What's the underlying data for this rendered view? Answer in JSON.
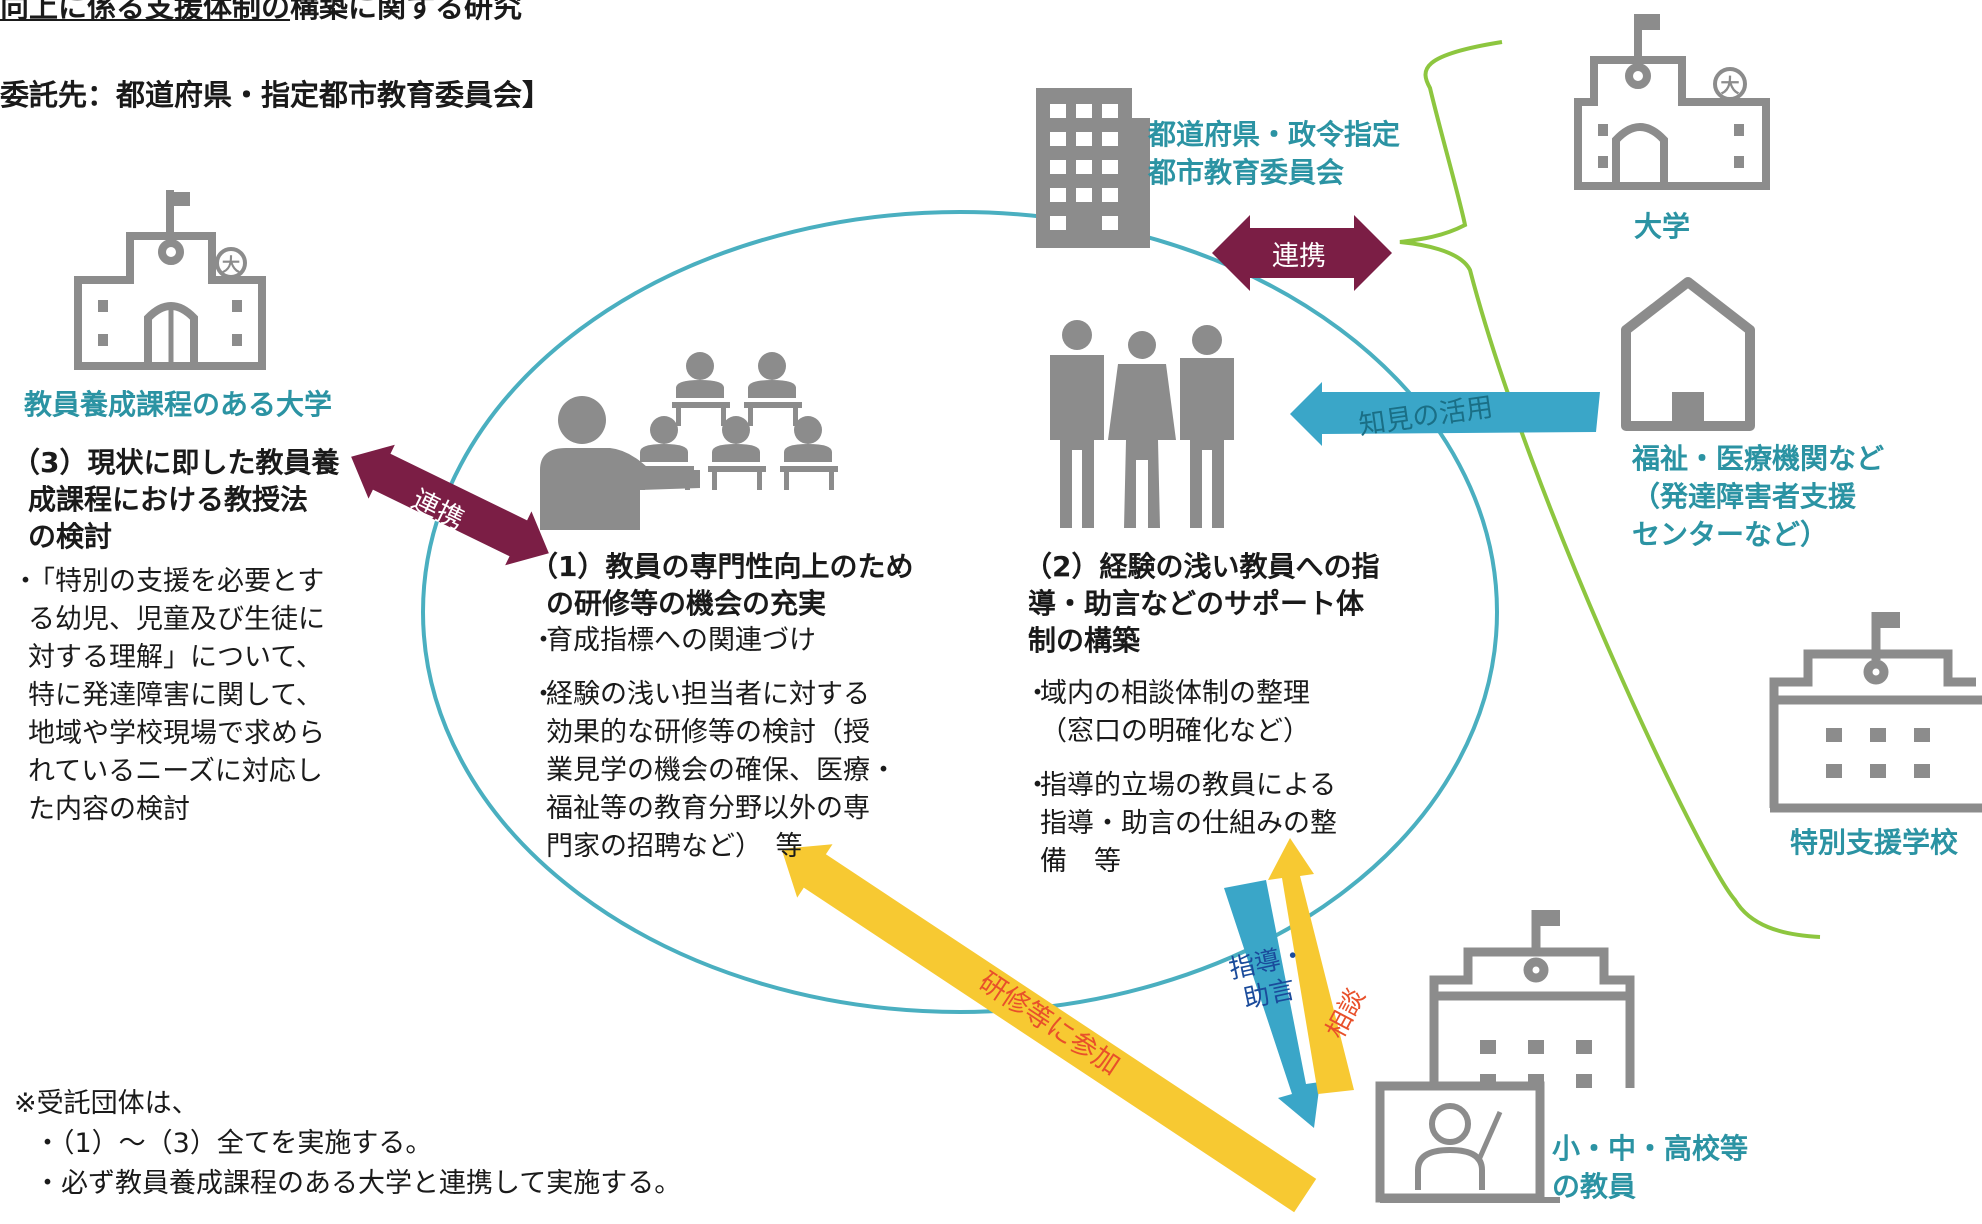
{
  "header": {
    "title_line1_underlined": "向上に係る支援体制の",
    "title_line1_rest": "構築に関する研究",
    "title_line2": "委託先：都道府県・指定都市教育委員会】"
  },
  "board": {
    "label_line1": "都道府県・政令指定",
    "label_line2": "都市教育委員会"
  },
  "university_left": {
    "label": "教員養成課程のある大学"
  },
  "section3": {
    "heading": [
      "（3）現状に即した教員養",
      "成課程における教授法",
      "の検討"
    ],
    "bullets": [
      [
        "「特別の支援を必要とす",
        "る幼児、児童及び生徒に",
        "対する理解」について、",
        "特に発達障害に関して、",
        "地域や学校現場で求めら",
        "れているニーズに対応し",
        "た内容の検討"
      ]
    ]
  },
  "section1": {
    "heading": [
      "（1）教員の専門性向上のため",
      "の研修等の機会の充実"
    ],
    "bullets": [
      [
        "育成指標への関連づけ"
      ],
      [
        "経験の浅い担当者に対する",
        "効果的な研修等の検討（授",
        "業見学の機会の確保、医療・",
        "福祉等の教育分野以外の専",
        "門家の招聘など）　等"
      ]
    ]
  },
  "section2": {
    "heading": [
      "（2）経験の浅い教員への指",
      "導・助言などのサポート体",
      "制の構築"
    ],
    "bullets": [
      [
        "域内の相談体制の整理",
        "（窓口の明確化など）"
      ],
      [
        "指導的立場の教員による",
        "指導・助言の仕組みの整",
        "備　等"
      ]
    ]
  },
  "arrows": {
    "renkei_left": "連携",
    "renkei_top": "連携",
    "chiken": "知見の活用",
    "kenshu": "研修等に参加",
    "shido": [
      "指導・",
      "助言"
    ],
    "sodan": "相談"
  },
  "right": {
    "university": "大学",
    "welfare": [
      "福祉・医療機関など",
      "（発達障害者支援",
      "センターなど）"
    ],
    "special_school": "特別支援学校",
    "teachers": [
      "小・中・高校等",
      "の教員"
    ]
  },
  "note": {
    "line1": "※受託団体は、",
    "line2": "・（1）～（3）全てを実施する。",
    "line3": "・必ず教員養成課程のある大学と連携して実施する。"
  },
  "colors": {
    "teal": "#2b93a3",
    "maroon": "#7b1e45",
    "yellow": "#f7c932",
    "blue": "#3aa6c8",
    "green": "#8dc63f",
    "gray": "#8c8c8c"
  }
}
